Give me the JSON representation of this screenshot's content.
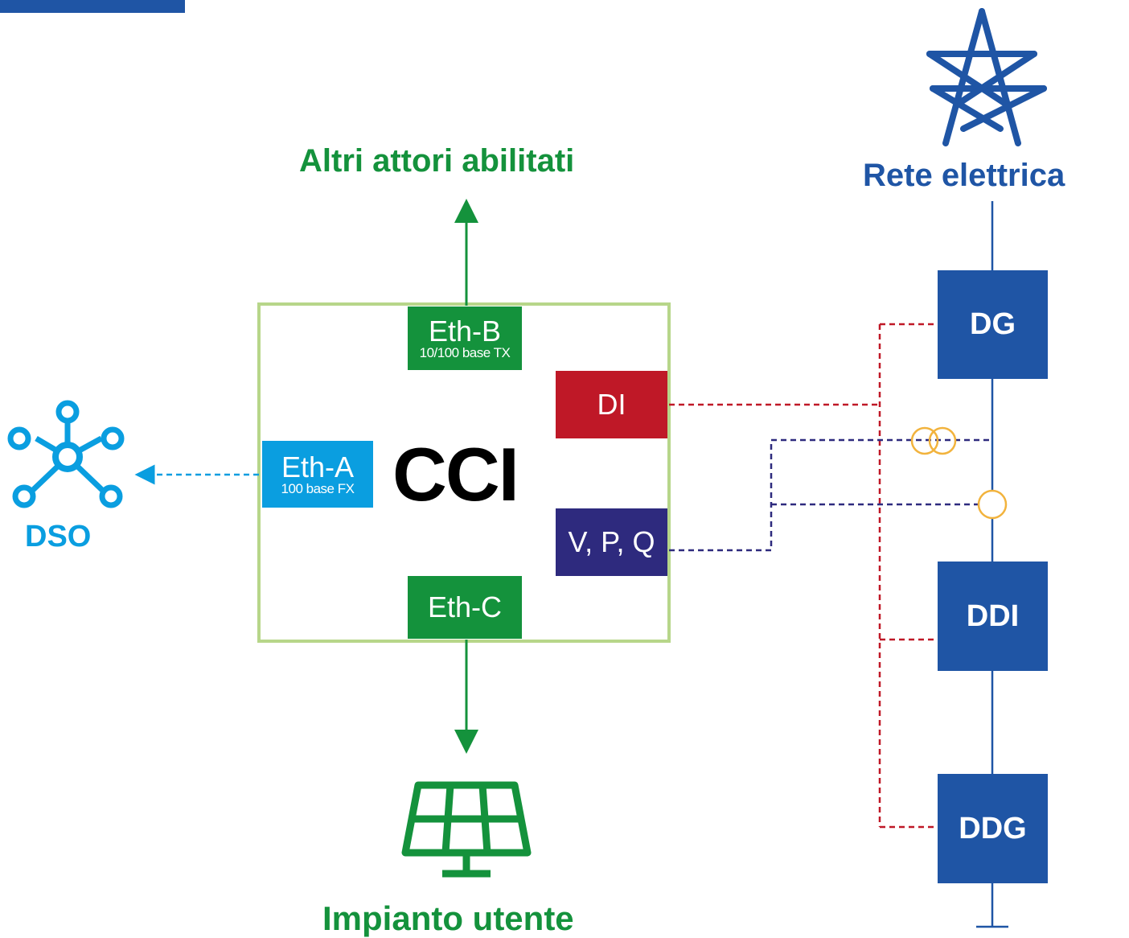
{
  "colors": {
    "green": "#14923c",
    "light_blue": "#0a9ee0",
    "dark_blue": "#1f55a5",
    "red": "#bf1827",
    "purple": "#2e2a7e",
    "frame": "#b7d68a",
    "orange": "#f2b33d"
  },
  "header_bar": {},
  "top_label": "Altri attori abilitati",
  "bottom_label": "Impianto utente",
  "grid_label": "Rete elettrica",
  "dso_label": "DSO",
  "cci": {
    "title": "CCI",
    "eth_b": {
      "label": "Eth-B",
      "sub": "10/100 base TX"
    },
    "eth_a": {
      "label": "Eth-A",
      "sub": "100 base FX"
    },
    "eth_c": {
      "label": "Eth-C"
    },
    "di": {
      "label": "DI"
    },
    "vpq": {
      "label": "V, P, Q"
    }
  },
  "devices": [
    "DG",
    "DDI",
    "DDG"
  ],
  "icons": {
    "top": "tower-icon",
    "left": "network-hub-icon",
    "bottom": "solar-panel-icon"
  }
}
